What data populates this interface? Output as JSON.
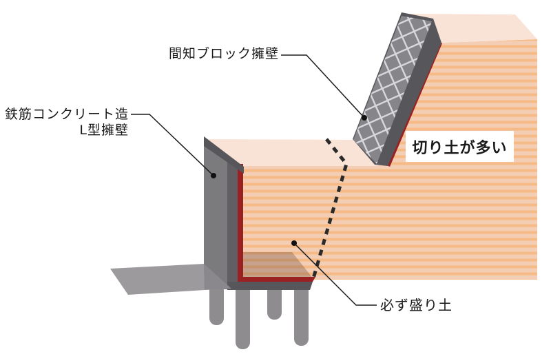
{
  "labels": {
    "kenchi_block_wall": "間知ブロック擁壁",
    "rc_wall_line1": "鉄筋コンクリート造",
    "rc_wall_line2": "L型擁壁",
    "cut_soil_note": "切り土が多い",
    "fill_soil_note": "必ず盛り土"
  },
  "colors": {
    "background": "#ffffff",
    "soil_base": "#f3cdb4",
    "soil_stripe": "#f5ba85",
    "soil_top_face": "#f9e3d6",
    "fill_soil_overlay": "rgba(107,74,58,0.33)",
    "wall_front_gray": "#7b7a7d",
    "wall_dark_gray": "#57565b",
    "wall_side_gray": "#615f64",
    "footing_slab_gray": "#9c9a9d",
    "slab_shadow_gray": "#8a888c",
    "pile_gray": "#8e8c8f",
    "red_liner": "#992121",
    "hatch_base": "#85858a",
    "hatch_line": "#d9d9dd",
    "dashed_line": "#2a2a2a",
    "leader_line": "#1b1b1b",
    "text": "#1a1a1a"
  }
}
